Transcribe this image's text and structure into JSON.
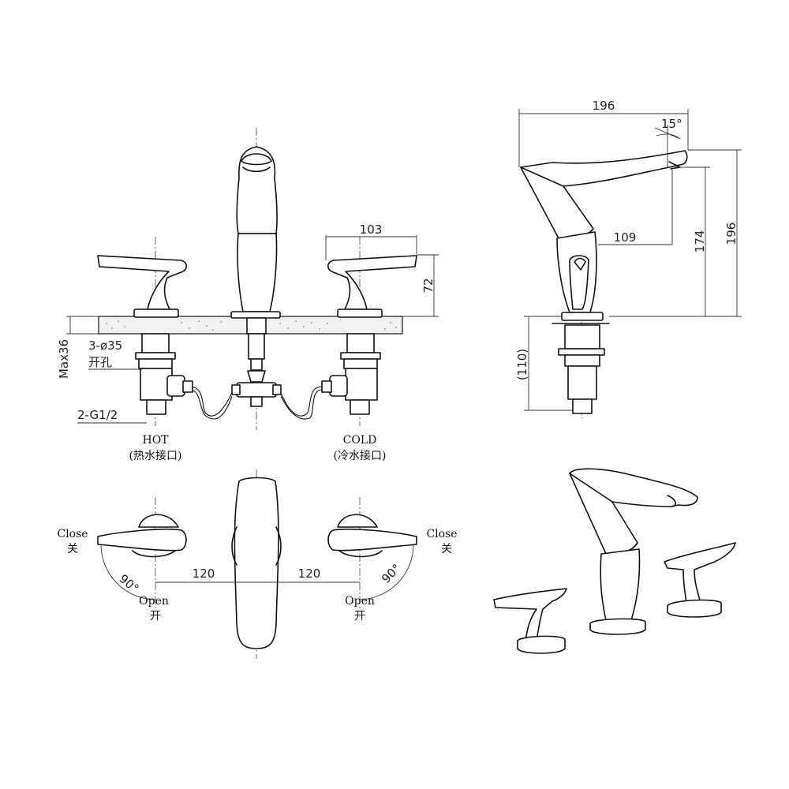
{
  "dimensions": {
    "front_spread": "103",
    "handle_height": "72",
    "deck_thickness": "Max36",
    "holes": "3-ø35",
    "holes_cn": "开孔",
    "thread": "2-G1/2",
    "side_length": "196",
    "side_angle": "15°",
    "side_reach": "109",
    "side_spout_height": "174",
    "side_total_height": "196",
    "side_below_deck": "(110)",
    "top_spacing_left": "120",
    "top_spacing_right": "120",
    "rotation_left": "90°",
    "rotation_right": "90°"
  },
  "labels": {
    "hot": "HOT",
    "hot_cn": "(热水接口)",
    "cold": "COLD",
    "cold_cn": "(冷水接口)",
    "close": "Close",
    "close_cn": "关",
    "open": "Open",
    "open_cn": "开"
  }
}
